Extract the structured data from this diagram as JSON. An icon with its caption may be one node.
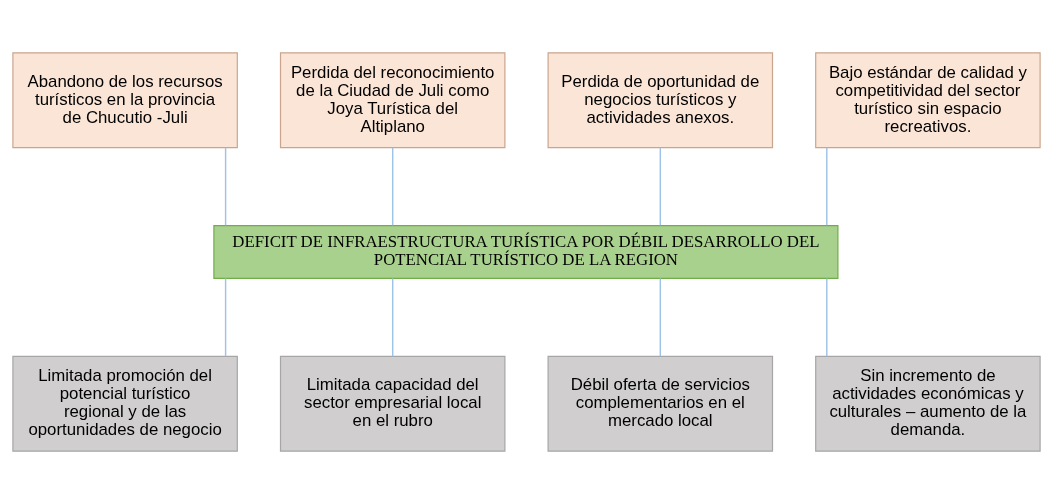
{
  "diagram": {
    "nodes": [
      {
        "text": [
          "Abandono de los recursos turísticos en la provincia de Chucutio -Juli"
        ]
      },
      {
        "text": [
          "Perdida del reconocimiento de la Ciudad de Juli como Joya Turística del Altiplano"
        ]
      },
      {
        "text": [
          "Perdida de oportunidad de negocios turísticos y actividades anexos."
        ]
      },
      {
        "text": [
          "Bajo estándar de calidad y competitividad del sector turístico sin espacio recreativos."
        ]
      },
      {
        "text": [
          "DEFICIT DE INFRAESTRUCTURA TURÍSTICA POR DÉBIL DESARROLLO DEL POTENCIAL TURÍSTICO DE LA REGION"
        ]
      },
      {
        "text": [
          "Limitada promoción del potencial turístico regional y de las oportunidades de negocio"
        ]
      },
      {
        "text": [
          "Limitada capacidad del sector empresarial local en el rubro"
        ]
      },
      {
        "text": [
          "Débil oferta de servicios complementarios en el mercado local"
        ]
      },
      {
        "text": [
          "Sin incremento de actividades económicas y culturales – aumento de la demanda."
        ]
      }
    ],
    "edges": [
      {
        "from": 0,
        "to": 4,
        "arrow": "none"
      },
      {
        "from": 1,
        "to": 4,
        "arrow": "none"
      },
      {
        "from": 2,
        "to": 4,
        "arrow": "none"
      },
      {
        "from": 3,
        "to": 4,
        "arrow": "none"
      },
      {
        "from": 4,
        "to": 5,
        "arrow": "none"
      },
      {
        "from": 4,
        "to": 6,
        "arrow": "none"
      },
      {
        "from": 4,
        "to": 7,
        "arrow": "none"
      },
      {
        "from": 4,
        "to": 8,
        "arrow": "none"
      }
    ]
  }
}
